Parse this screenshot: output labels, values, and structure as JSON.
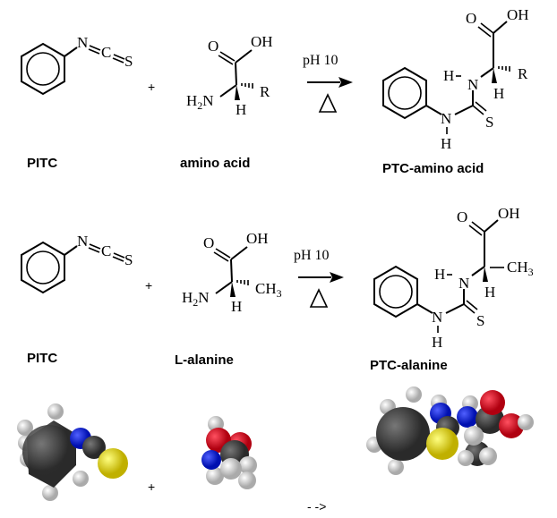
{
  "reaction_general": {
    "reactant1_name": "PITC",
    "reactant2_name": "amino acid",
    "product_name": "PTC-amino acid",
    "plus": "+",
    "condition_top": "pH 10",
    "side_group": "R"
  },
  "reaction_alanine": {
    "reactant1_name": "PITC",
    "reactant2_name": "L-alanine",
    "product_name": "PTC-alanine",
    "plus": "+",
    "condition_top": "pH 10",
    "side_group": "CH",
    "side_group_sub": "3"
  },
  "atoms": {
    "N": "N",
    "C": "C",
    "S": "S",
    "O": "O",
    "OH": "OH",
    "H": "H",
    "H2": "2"
  },
  "space_filling": {
    "plus": "+",
    "arrow": "- ->",
    "colors": {
      "carbon": "#3a3a3a",
      "hydrogen": "#e8e8e8",
      "nitrogen": "#1020e0",
      "oxygen": "#e00020",
      "sulfur": "#e8e020"
    }
  }
}
